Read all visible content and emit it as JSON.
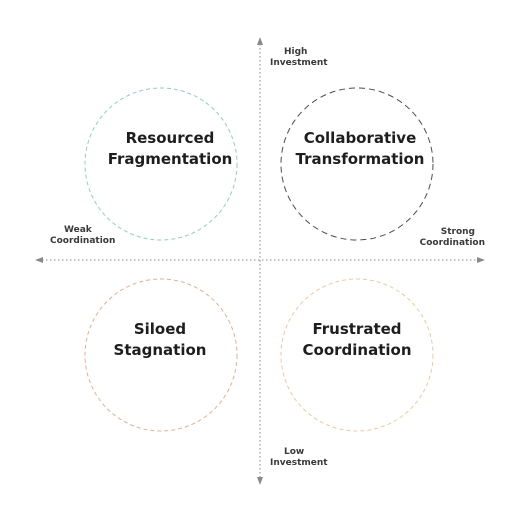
{
  "axes": {
    "top": {
      "line1": "High",
      "line2": "Investment"
    },
    "bottom": {
      "line1": "Low",
      "line2": "Investment"
    },
    "left": {
      "line1": "Weak",
      "line2": "Coordination"
    },
    "right": {
      "line1": "Strong",
      "line2": "Coordination"
    },
    "color": "#8a8a8a"
  },
  "quadrants": {
    "top_left": {
      "line1": "Resourced",
      "line2": "Fragmentation",
      "color": "#8ad0c4"
    },
    "top_right": {
      "line1": "Collaborative",
      "line2": "Transformation",
      "color": "#4a4a5c"
    },
    "bottom_left": {
      "line1": "Siloed",
      "line2": "Stagnation",
      "color": "#e0b28c"
    },
    "bottom_right": {
      "line1": "Frustrated",
      "line2": "Coordination",
      "color": "#e8cc98"
    }
  }
}
